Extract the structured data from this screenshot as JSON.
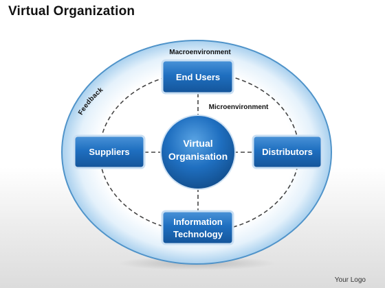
{
  "title": "Virtual Organization",
  "labels": {
    "macroenvironment": "Macroenvironment",
    "microenvironment": "Microenvironment",
    "feedback": "Feedback"
  },
  "center": {
    "line1": "Virtual",
    "line2": "Organisation"
  },
  "nodes": {
    "end_users": "End Users",
    "suppliers": "Suppliers",
    "distributors": "Distributors",
    "it_line1": "Information",
    "it_line2": "Technology"
  },
  "footer": {
    "logo": "Your Logo"
  },
  "colors": {
    "outer_ring_edge": "#4f93c9",
    "box_fill": "#1f6fc0",
    "box_border": "#c9dff3",
    "dashed": "#444444"
  }
}
